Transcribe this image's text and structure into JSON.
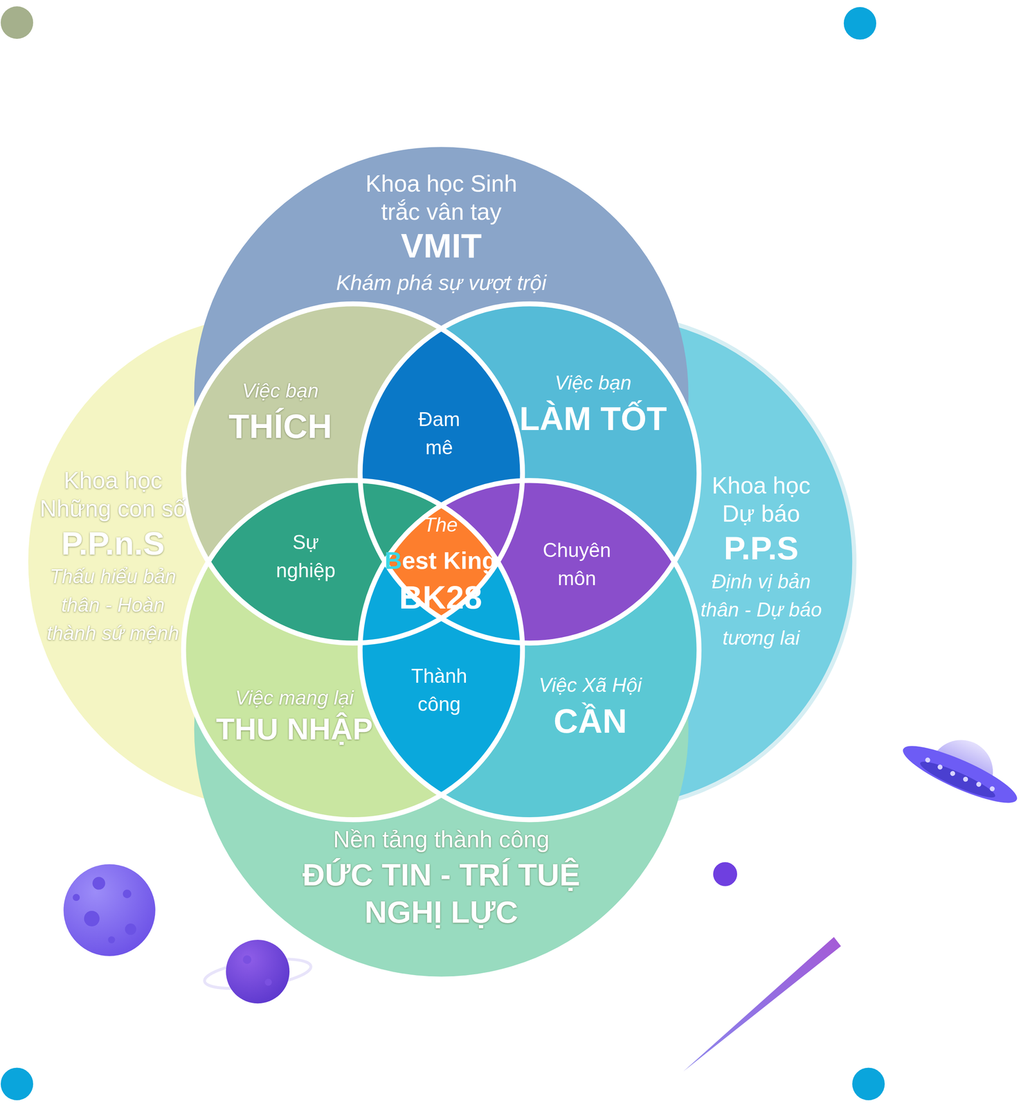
{
  "diagram": {
    "nodes": [
      {
        "text": [
          "Khoa học Sinh trắc vân tay",
          "VMIT",
          "Khám phá sự vượt trội"
        ]
      },
      {
        "text": [
          "Việc bạn",
          "THÍCH"
        ]
      },
      {
        "text": [
          "Đam mê"
        ]
      },
      {
        "text": [
          "Việc bạn",
          "LÀM TỐT"
        ]
      },
      {
        "text": [
          "Khoa học Những con số",
          "P.P.n.S",
          "Thấu hiểu bản thân - Hoàn thành sứ mệnh"
        ]
      },
      {
        "text": [
          "Khoa học Dự báo",
          "P.P.S",
          "Định vị bản thân - Dự báo tương lai"
        ]
      },
      {
        "text": [
          "Sự nghiệp"
        ]
      },
      {
        "text": [
          "The",
          "Best King",
          "BK28"
        ]
      },
      {
        "text": [
          "Chuyên môn"
        ]
      },
      {
        "text": [
          "Việc mang lại",
          "THU NHẬP"
        ]
      },
      {
        "text": [
          "Thành công"
        ]
      },
      {
        "text": [
          "Việc Xã Hội",
          "CẦN"
        ]
      },
      {
        "text": [
          "Nền tảng thành công",
          "ĐỨC TIN - TRÍ TUỆ NGHỊ LỰC"
        ]
      }
    ]
  }
}
